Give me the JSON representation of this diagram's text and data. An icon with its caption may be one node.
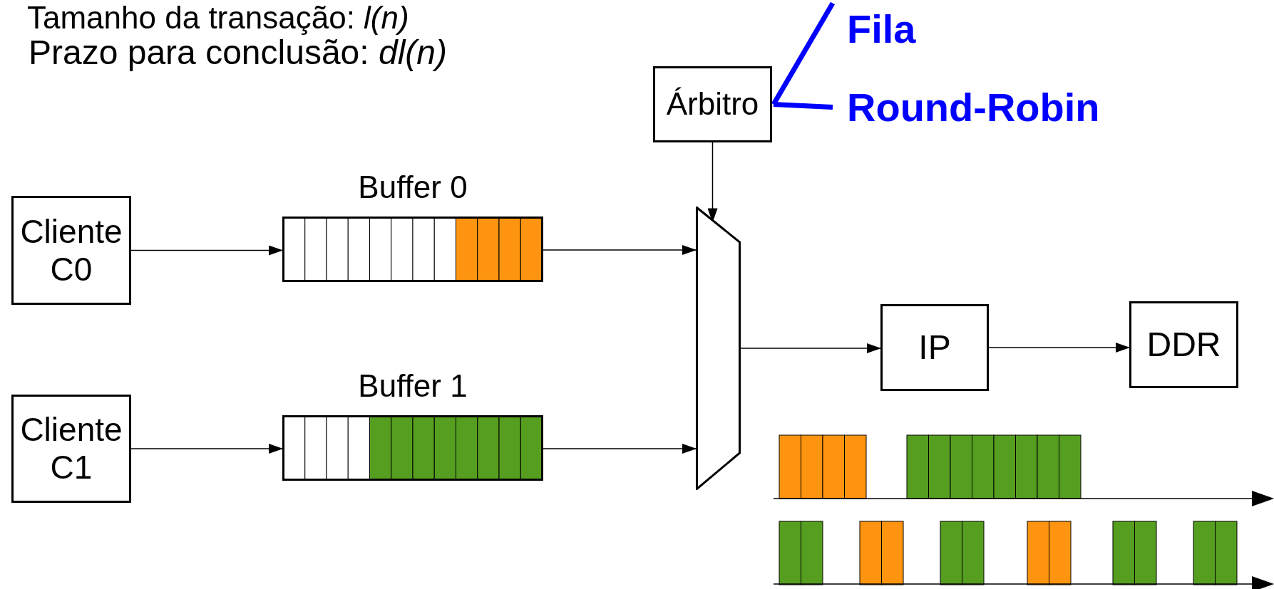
{
  "diagram": {
    "nodes": [
      {
        "text": [
          "Cliente C0"
        ]
      },
      {
        "text": [
          "Buffer 0"
        ]
      },
      {
        "text": [
          "Cliente C1"
        ]
      },
      {
        "text": [
          "Buffer 1"
        ]
      },
      {
        "text": [
          "Árbitro"
        ]
      },
      {
        "text": [],
        "shape": "trapezoid"
      },
      {
        "text": [
          "IP"
        ]
      },
      {
        "text": [
          "DDR"
        ]
      },
      {
        "text": [
          "Fila"
        ]
      },
      {
        "text": [
          "Round-Robin"
        ]
      }
    ],
    "edges": [
      {
        "from": 0,
        "to": 1,
        "arrow": "to"
      },
      {
        "from": 1,
        "to": 5,
        "arrow": "to"
      },
      {
        "from": 2,
        "to": 3,
        "arrow": "to"
      },
      {
        "from": 3,
        "to": 5,
        "arrow": "to"
      },
      {
        "from": 4,
        "to": 5,
        "arrow": "to"
      },
      {
        "from": 5,
        "to": 6,
        "arrow": "to"
      },
      {
        "from": 6,
        "to": 7,
        "arrow": "to"
      },
      {
        "from": 4,
        "to": 8,
        "arrow": "none",
        "style": "thick",
        "color": "#0000ff"
      },
      {
        "from": 4,
        "to": 9,
        "arrow": "none",
        "style": "thick",
        "color": "#0000ff"
      }
    ],
    "labels": [
      "Tamanho da transação: *l(n)*",
      "Prazo para conclusão: *dl(n)*"
    ]
  }
}
